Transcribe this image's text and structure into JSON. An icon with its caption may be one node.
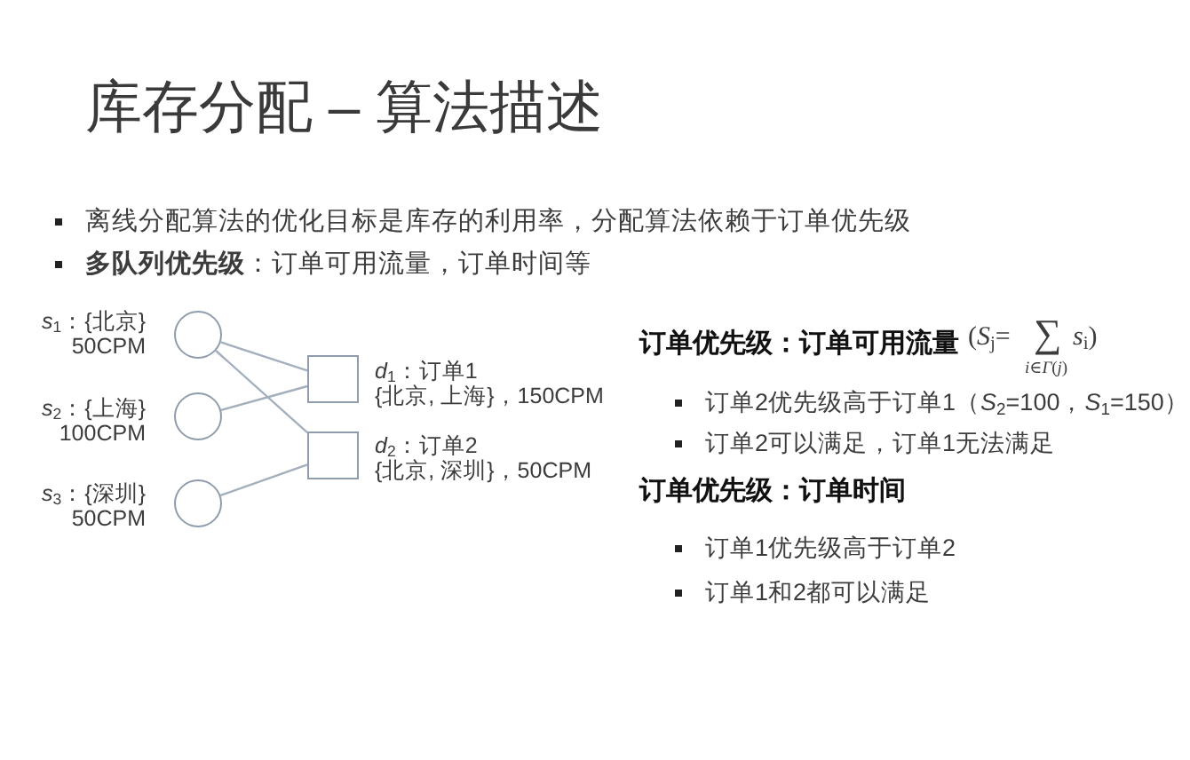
{
  "diagram": {
    "title": "库存分配 – 算法描述",
    "nodes": [
      {
        "text": [],
        "shape": "circle",
        "beside": [
          "*s*$_{1}$：{北京}",
          "50CPM"
        ]
      },
      {
        "text": [],
        "shape": "circle",
        "beside": [
          "*s*$_{2}$：{上海}",
          "100CPM"
        ]
      },
      {
        "text": [],
        "shape": "circle",
        "beside": [
          "*s*$_{3}$：{深圳}",
          "50CPM"
        ]
      },
      {
        "text": [],
        "shape": "box",
        "beside": [
          "*d*$_{1}$：订单1",
          "{北京, 上海}，150CPM"
        ]
      },
      {
        "text": [],
        "shape": "box",
        "beside": [
          "*d*$_{2}$：订单2",
          "{北京, 深圳}，50CPM"
        ]
      }
    ],
    "edges": [
      {
        "from": 0,
        "to": 3,
        "arrow": "none"
      },
      {
        "from": 0,
        "to": 4,
        "arrow": "none"
      },
      {
        "from": 1,
        "to": 3,
        "arrow": "none"
      },
      {
        "from": 2,
        "to": 4,
        "arrow": "none"
      }
    ],
    "labels": [
      "离线分配算法的优化目标是库存的利用率，分配算法依赖于订单优先级",
      "**多队列优先级**：订单可用流量，订单时间等",
      "订单优先级：订单可用流量",
      "(*S*$_{j}$=",
      "∑",
      "*i*∈*Γ*(*j*)",
      "*s*$_{i}$)",
      "订单2优先级高于订单1（*S*$_{2}$=100，*S*$_{1}$=150）",
      "订单2可以满足，订单1无法满足",
      "订单优先级：订单时间",
      "订单1优先级高于订单2",
      "订单1和2都可以满足"
    ]
  }
}
